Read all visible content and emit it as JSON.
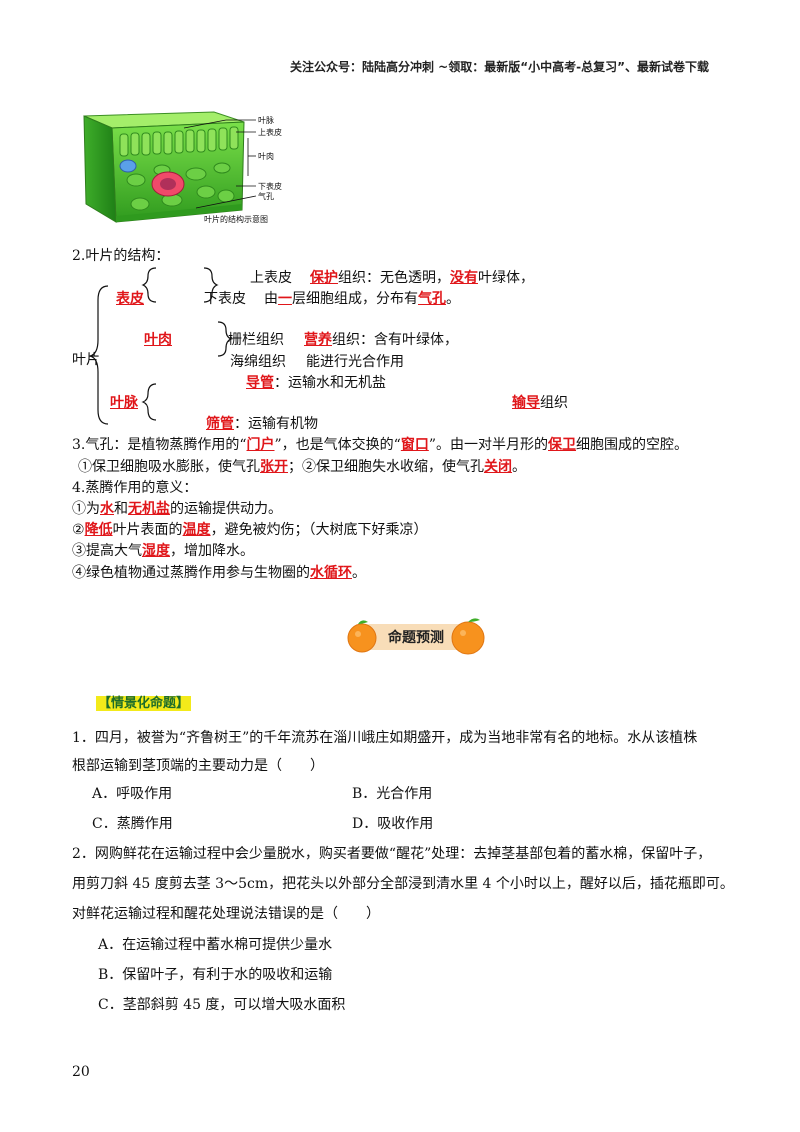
{
  "header": {
    "text": "关注公众号：陆陆高分冲刺 ~领取：最新版“小中高考-总复习”、最新试卷下载"
  },
  "figure": {
    "labels": [
      "叶脉",
      "上表皮",
      "叶肉",
      "下表皮",
      "气孔"
    ],
    "caption": "叶片的结构示意图"
  },
  "structure": {
    "heading": "2.叶片的结构：",
    "root": "叶片",
    "epidermis": {
      "label": "表皮",
      "upper_name": "上表皮",
      "upper_red": "保护",
      "upper_rest1": "组织：无色透明，",
      "upper_red2": "没有",
      "upper_rest2": "叶绿体，",
      "lower_name": "下表皮",
      "lower_pre": "由",
      "lower_red": "一",
      "lower_mid": "层细胞组成，分布有",
      "lower_red2": "气孔",
      "lower_end": "。"
    },
    "mesophyll": {
      "label": "叶肉",
      "palisade": "栅栏组织",
      "palisade_red": "营养",
      "palisade_rest": "组织：含有叶绿体，",
      "spongy": "海绵组织",
      "spongy_rest": "能进行光合作用"
    },
    "vein": {
      "label": "叶脉",
      "vessel_red": "导管",
      "vessel_rest": "：运输水和无机盐",
      "tissue_red": "输导",
      "tissue_rest": "组织",
      "sieve_red": "筛管",
      "sieve_rest": "：运输有机物"
    }
  },
  "stomata": {
    "line1_a": "3.气孔：是植物蒸腾作用的“",
    "line1_r1": "门户",
    "line1_b": "”，也是气体交换的“",
    "line1_r2": "窗口",
    "line1_c": "”。由一对半月形的",
    "line1_r3": "保卫",
    "line1_d": "细胞围成的空腔。",
    "line2_a": "①保卫细胞吸水膨胀，使气孔",
    "line2_r1": "张开",
    "line2_b": "；②保卫细胞失水收缩，使气孔",
    "line2_r2": "关闭",
    "line2_c": "。"
  },
  "transpiration": {
    "heading": "4.蒸腾作用的意义：",
    "i1_a": "①为",
    "i1_r1": "水",
    "i1_b": "和",
    "i1_r2": "无机盐",
    "i1_c": "的运输提供动力。",
    "i2_a": "②",
    "i2_r1": "降低",
    "i2_b": "叶片表面的",
    "i2_r2": "温度",
    "i2_c": "，避免被灼伤；（大树底下好乘凉）",
    "i3_a": "③提高大气",
    "i3_r1": "湿度",
    "i3_b": "，增加降水。",
    "i4_a": "④绿色植物通过蒸腾作用参与生物圈的",
    "i4_r1": "水循环",
    "i4_b": "。"
  },
  "badge": {
    "text": "命题预测"
  },
  "situational": {
    "label": "【情景化命题】"
  },
  "q1": {
    "line1": "1．四月，被誉为“齐鲁树王”的千年流苏在淄川峨庄如期盛开，成为当地非常有名的地标。水从该植株",
    "line2": "根部运输到茎顶端的主要动力是（　　）",
    "A": "A．呼吸作用",
    "B": "B．光合作用",
    "C": "C．蒸腾作用",
    "D": "D．吸收作用"
  },
  "q2": {
    "line1": "2．网购鲜花在运输过程中会少量脱水，购买者要做“醒花”处理：去掉茎基部包着的蓄水棉，保留叶子，",
    "line2": "用剪刀斜 45 度剪去茎 3～5cm，把花头以外部分全部浸到清水里 4 个小时以上，醒好以后，插花瓶即可。",
    "line3": "对鲜花运输过程和醒花处理说法错误的是（　　）",
    "A": "A．在运输过程中蓄水棉可提供少量水",
    "B": "B．保留叶子，有利于水的吸收和运输",
    "C": "C．茎部斜剪 45 度，可以增大吸水面积"
  },
  "page_number": "20"
}
